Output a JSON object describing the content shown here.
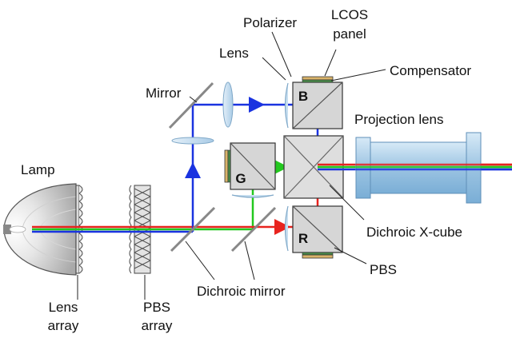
{
  "labels": {
    "lamp": "Lamp",
    "lens_array_1": "Lens",
    "lens_array_2": "array",
    "pbs_array_1": "PBS",
    "pbs_array_2": "array",
    "mirror": "Mirror",
    "lens": "Lens",
    "polarizer": "Polarizer",
    "lcos_panel_1": "LCOS",
    "lcos_panel_2": "panel",
    "compensator": "Compensator",
    "projection_lens": "Projection lens",
    "dichroic_x_cube": "Dichroic X-cube",
    "pbs": "PBS",
    "dichroic_mirror": "Dichroic mirror"
  },
  "cubes": {
    "blue": "B",
    "green": "G",
    "red": "R"
  },
  "colors": {
    "red_beam": "#e8231e",
    "green_beam": "#22c81e",
    "blue_beam": "#1a33e0",
    "optic_fill": "#c8dff0",
    "optic_stroke": "#7fa8c8",
    "cube_fill": "#d6d6d6",
    "lens_barrel": "#a9cde8"
  }
}
